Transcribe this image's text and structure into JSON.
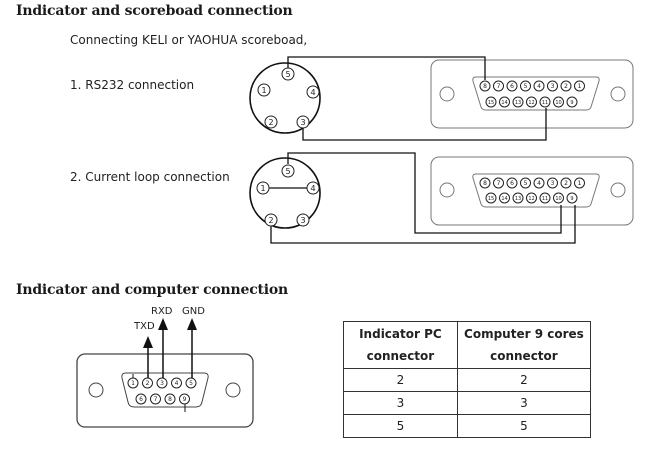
{
  "section1": {
    "title": "Indicator and scoreboad connection",
    "subtitle": "Connecting  KELI or YAOHUA scoreboad,",
    "rs232_label": "1. RS232  connection",
    "current_loop_label": "2. Current  loop connection",
    "din_pins": [
      "1",
      "2",
      "3",
      "4",
      "5"
    ],
    "db15_top_pins": [
      "8",
      "7",
      "6",
      "5",
      "4",
      "3",
      "2",
      "1"
    ],
    "db15_bottom_pins": [
      "15",
      "14",
      "13",
      "12",
      "11",
      "10",
      "9"
    ]
  },
  "section2": {
    "title": "Indicator and computer connection",
    "signals": {
      "txd": "TXD",
      "rxd": "RXD",
      "gnd": "GND"
    },
    "db9_top_pins": [
      "1",
      "2",
      "3",
      "4",
      "5"
    ],
    "db9_bottom_pins": [
      "6",
      "7",
      "8",
      "9"
    ],
    "table": {
      "headers": [
        "Indicator  PC connector",
        "Computer  9 cores connector"
      ],
      "rows": [
        [
          "2",
          "2"
        ],
        [
          "3",
          "3"
        ],
        [
          "5",
          "5"
        ]
      ]
    }
  }
}
